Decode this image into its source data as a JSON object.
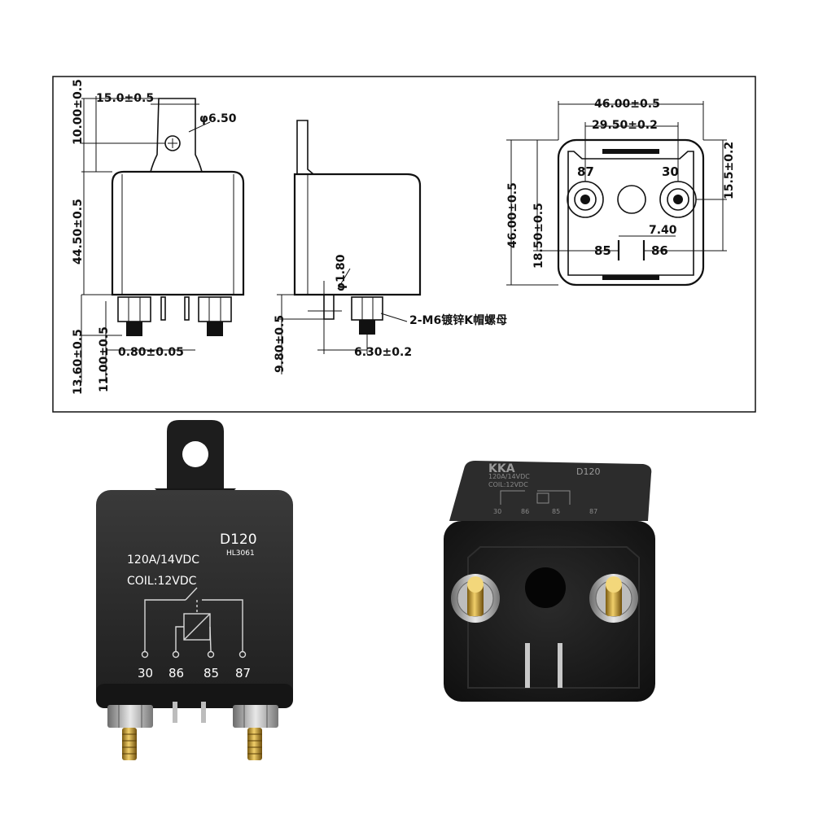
{
  "drawing": {
    "front": {
      "tab_width": "15.0±0.5",
      "hole": "φ6.50",
      "tab_height": "10.00±0.5",
      "body_height": "44.50±0.5",
      "terminal_height": "13.60±0.5",
      "stud_height": "11.00±0.5",
      "blade_thickness": "0.80±0.05"
    },
    "side": {
      "pin_diameter": "φ1.80",
      "base_height": "9.80±0.5",
      "blade_offset": "6.30±0.2",
      "nut_note": "2-M6镀锌K帽螺母"
    },
    "bottom": {
      "width": "46.00±0.5",
      "stud_spacing": "29.50±0.2",
      "height": "46.00±0.5",
      "blade_height": "18.50±0.5",
      "stud_offset": "15.5±0.2",
      "blade_spacing": "7.40",
      "pins": {
        "p87": "87",
        "p30": "30",
        "p85": "85",
        "p86": "86"
      }
    }
  },
  "photo_left": {
    "model": "D120",
    "serial": "HL3061",
    "rating": "120A/14VDC",
    "coil": "COIL:12VDC",
    "pins": [
      "30",
      "86",
      "85",
      "87"
    ]
  },
  "photo_right": {
    "brand": "KKA",
    "model": "D120",
    "rating": "120A/14VDC",
    "coil": "COIL:12VDC",
    "pins": [
      "30",
      "86",
      "85",
      "87"
    ]
  }
}
